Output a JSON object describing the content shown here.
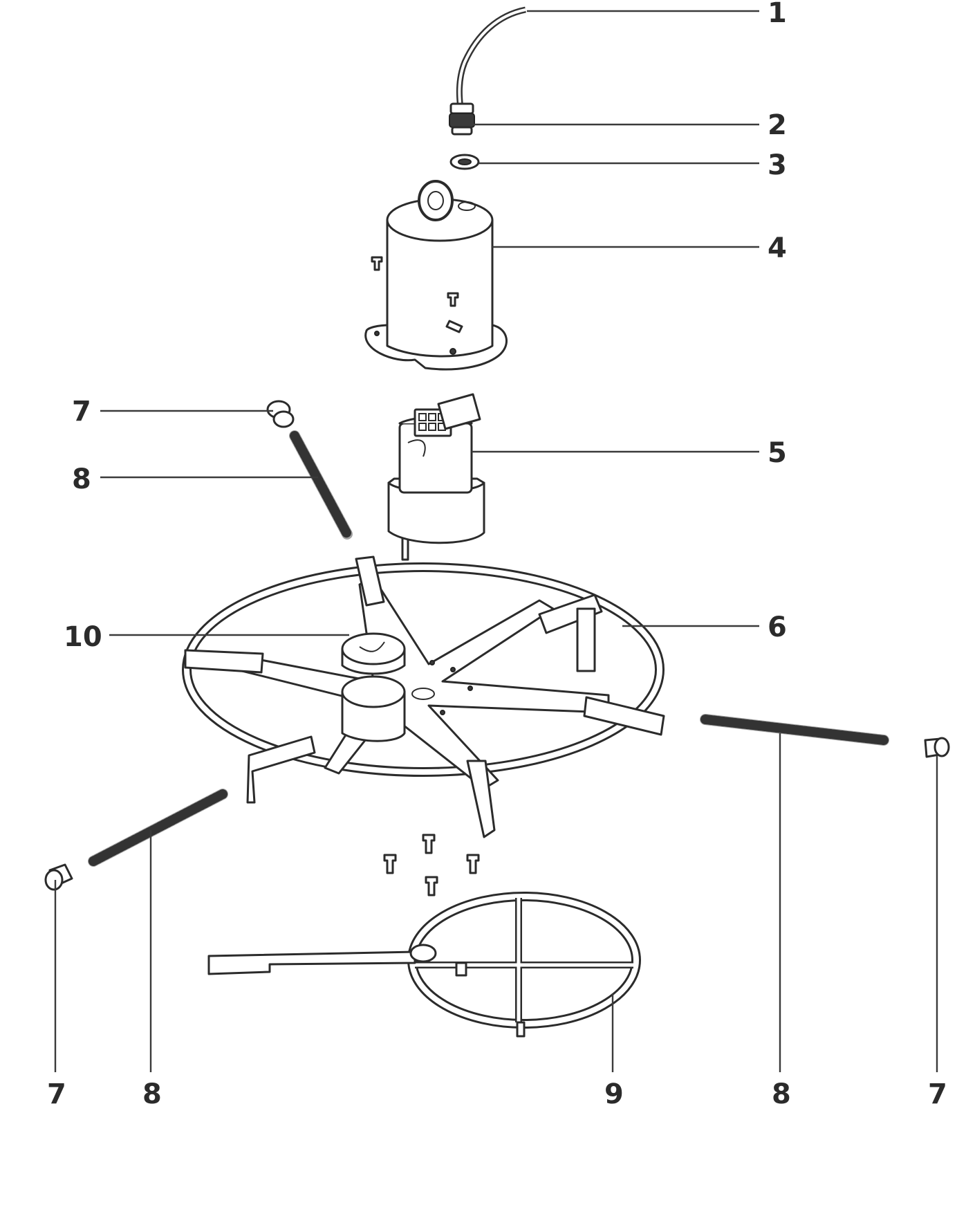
{
  "callouts": [
    {
      "id": "c1",
      "label": "1"
    },
    {
      "id": "c2",
      "label": "2"
    },
    {
      "id": "c3",
      "label": "3"
    },
    {
      "id": "c4",
      "label": "4"
    },
    {
      "id": "c5",
      "label": "5"
    },
    {
      "id": "c6",
      "label": "6"
    },
    {
      "id": "c7a",
      "label": "7"
    },
    {
      "id": "c8a",
      "label": "8"
    },
    {
      "id": "c10",
      "label": "10"
    },
    {
      "id": "c7b",
      "label": "7"
    },
    {
      "id": "c8b",
      "label": "8"
    },
    {
      "id": "c9",
      "label": "9"
    },
    {
      "id": "c8c",
      "label": "8"
    },
    {
      "id": "c7c",
      "label": "7"
    }
  ]
}
